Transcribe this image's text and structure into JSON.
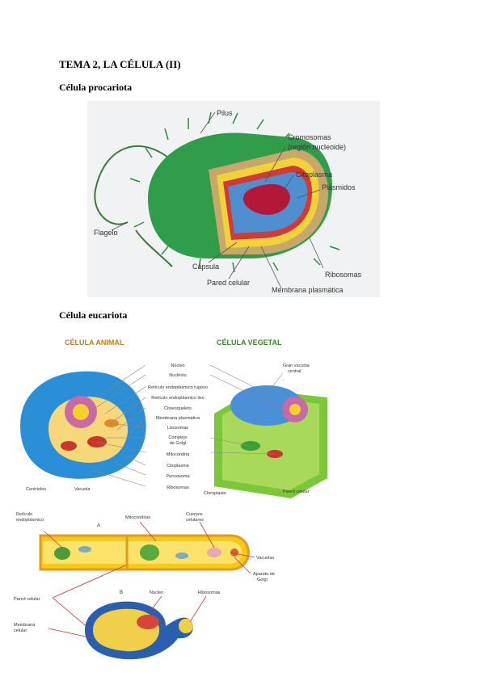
{
  "document": {
    "title": "TEMA 2, LA CÉLULA (II)",
    "section_prokaryote": "Célula procariota",
    "section_eukaryote": "Célula eucariota"
  },
  "prokaryote_figure": {
    "labels": {
      "pilus": "Pilus",
      "chromosomes_1": "Cromosomas",
      "chromosomes_2": "(región nucleoide)",
      "cytoplasm": "Citoplasma",
      "plasmids": "Plásmidos",
      "flagellum": "Flagelo",
      "capsule": "Cápsula",
      "cell_wall": "Pared celular",
      "ribosomes": "Ribosomas",
      "plasma_membrane": "Membrana plasmática"
    }
  },
  "animal_plant_figure": {
    "animal_title": "CÉLULA ANIMAL",
    "plant_title": "CÉLULA VEGETAL",
    "labels": {
      "nucleus": "Núcleo",
      "nucleolus": "Nucléolo",
      "rough_er": "Retículo endoplásmico rugoso",
      "smooth_er": "Retículo endoplásmico liso",
      "cytoskeleton": "Citoesqueleto",
      "plasma_membrane": "Membrana plasmática",
      "lysosomes": "Lisosomas",
      "golgi_1": "Complejo",
      "golgi_2": "de Golgi",
      "mitochondria": "Mitocondria",
      "cytoplasm": "Citoplasma",
      "peroxisome": "Peroxisoma",
      "ribosomes": "Ribosomas",
      "centrioles": "Centríolos",
      "vacuole": "Vacuola",
      "central_vacuole_1": "Gran vacuola",
      "central_vacuole_2": "central",
      "chloroplast": "Cloroplasto",
      "cell_wall": "Pared celular"
    }
  },
  "fungal_figure": {
    "labels": {
      "er_1": "Retículo",
      "er_2": "endoplásmico",
      "marker_a": "A",
      "mitochondria": "Mitocondrias",
      "bodies_1": "Cuerpos",
      "bodies_2": "celulares",
      "vacuoles": "Vacuolas",
      "golgi_1": "Aparato de",
      "golgi_2": "Golgi",
      "cell_wall": "Pared celular",
      "marker_b": "B",
      "nucleus": "Núcleo",
      "ribosomes": "Ribosomas",
      "membrane_1": "Membrana",
      "membrane_2": "celular"
    }
  }
}
